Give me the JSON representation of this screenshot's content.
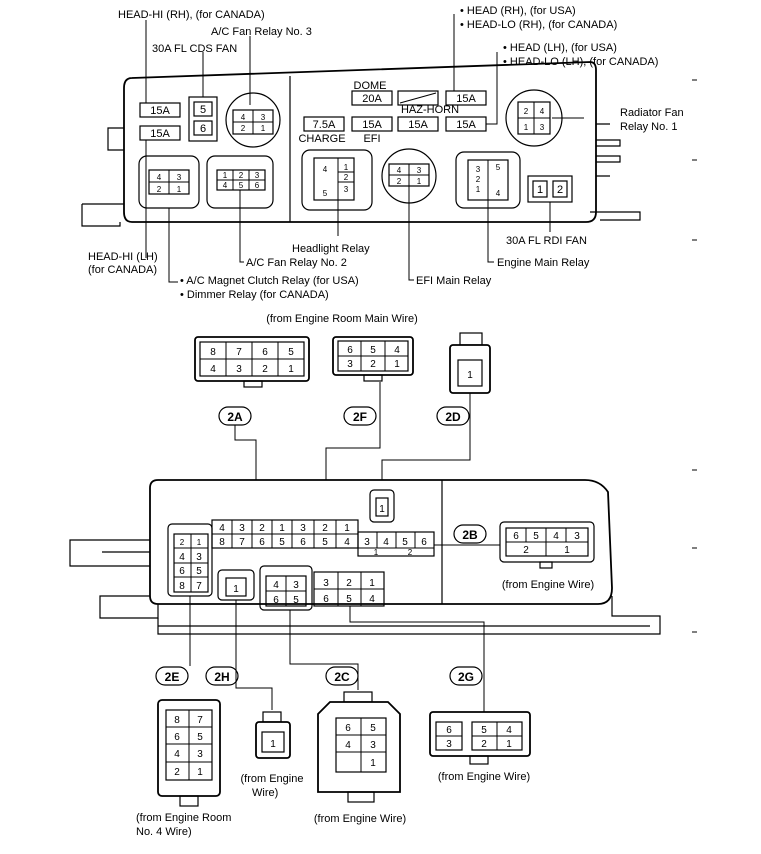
{
  "top_labels": {
    "head_hi_rh": "HEAD-HI (RH), (for CANADA)",
    "ac_fan_relay_3": "A/C Fan Relay No. 3",
    "fl_cds_fan": "30A FL CDS FAN",
    "head_rh_usa": "• HEAD (RH), (for USA)",
    "head_lo_rh": "• HEAD-LO (RH), (for CANADA)",
    "head_lh_usa": "• HEAD (LH), (for USA)",
    "head_lo_lh": "• HEAD-LO (LH), (for CANADA)",
    "dome": "DOME",
    "haz_horn": "HAZ-HORN",
    "charge": "CHARGE",
    "efi": "EFI",
    "radiator_fan_1": "Radiator Fan",
    "radiator_fan_2": "Relay No. 1",
    "head_hi_lh_1": "HEAD-HI (LH)",
    "head_hi_lh_2": "(for CANADA)",
    "headlight_relay": "Headlight Relay",
    "ac_fan_relay_2": "A/C Fan Relay No. 2",
    "ac_magnet": "• A/C Magnet Clutch Relay (for USA)",
    "dimmer": "• Dimmer Relay (for CANADA)",
    "efi_main_relay": "EFI Main Relay",
    "fl_rdi_fan": "30A FL RDI FAN",
    "engine_main_relay": "Engine Main Relay"
  },
  "fuses": {
    "f15a": "15A",
    "f20a": "20A",
    "f7_5a": "7.5A",
    "f5": "5",
    "f6": "6",
    "f1": "1",
    "f2": "2"
  },
  "relay_pins": {
    "p1": "1",
    "p2": "2",
    "p3": "3",
    "p4": "4",
    "p5": "5",
    "p6": "6",
    "p7": "7",
    "p8": "8"
  },
  "bottom_labels": {
    "from_main": "(from Engine Room Main Wire)",
    "from_engine_wire": "(from Engine Wire)",
    "from_engine_wire_a": "(from Engine",
    "from_engine_wire_b": "Wire)",
    "from_room4_a": "(from Engine Room",
    "from_room4_b": "No. 4 Wire)"
  },
  "connectors": {
    "c2a": "2A",
    "c2f": "2F",
    "c2d": "2D",
    "c2b": "2B",
    "c2e": "2E",
    "c2h": "2H",
    "c2c": "2C",
    "c2g": "2G"
  }
}
